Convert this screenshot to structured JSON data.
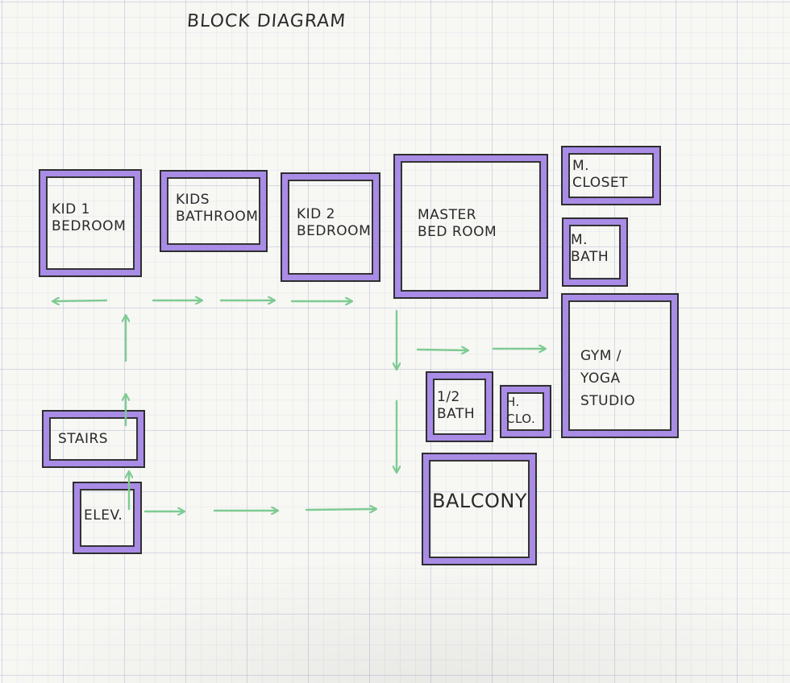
{
  "title": "BLOCK DIAGRAM",
  "rooms": {
    "kid1": "KID 1\nBEDROOM",
    "kids_bath": "KIDS\nBATHROOM",
    "kid2": "KID 2\nBEDROOM",
    "master": "MASTER\nBED ROOM",
    "m_closet": "M.\nCLOSET",
    "m_bath": "M.\nBATH",
    "gym": "GYM /\nYOGA\nSTUDIO",
    "half_bath": "1/2\nBATH",
    "h_clo": "H.\nCLO.",
    "balcony": "BALCONY",
    "stairs": "STAIRS",
    "elev": "ELEV."
  },
  "colors": {
    "room_highlight": "#a98ce6",
    "arrow": "#7ecb92",
    "ink": "#2e2e2e"
  }
}
